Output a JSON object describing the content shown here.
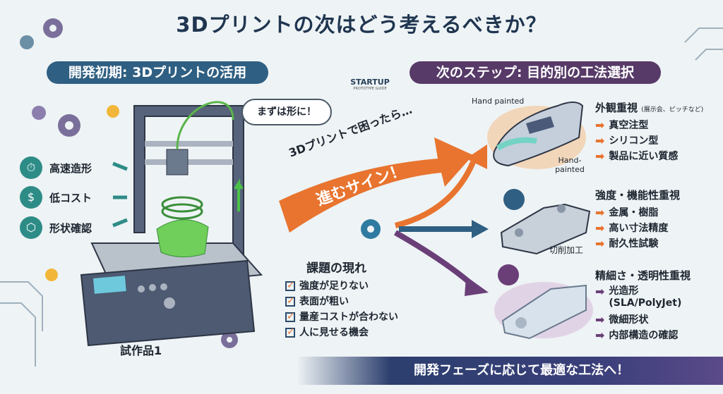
{
  "title": "3Dプリントの次はどう考えるべきか？",
  "left_header": "開発初期: 3Dプリントの活用",
  "right_header": "次のステップ: 目的別の工法選択",
  "logo": {
    "name": "STARTUP",
    "subtitle": "PROTOTYPE GUIDE"
  },
  "features": [
    {
      "icon": "stopwatch-icon",
      "label": "高速造形"
    },
    {
      "icon": "dollar-hand-icon",
      "label": "低コスト"
    },
    {
      "icon": "cube-icon",
      "label": "形状確認"
    }
  ],
  "thought_bubble": "まずは形に！",
  "arrow_caption": "3Dプリントで困ったら…",
  "arrow_label": "進むサイン！",
  "prototype_label": "試作品1",
  "issues": {
    "title": "課題の現れ",
    "items": [
      "強度が足りない",
      "表面が粗い",
      "量産コストが合わない",
      "人に見せる機会"
    ]
  },
  "car_labels": [
    "Hand painted",
    "Hand-painted"
  ],
  "machining_label": "切削加工",
  "sections": [
    {
      "title": "外観重視",
      "note": "(展示会、ピッチなど)",
      "color": "#e8742f",
      "items": [
        "真空注型",
        "シリコン型",
        "製品に近い質感"
      ]
    },
    {
      "title": "強度・機能性重視",
      "note": "",
      "color": "#e8742f",
      "items": [
        "金属・樹脂",
        "高い寸法精度",
        "耐久性試験"
      ]
    },
    {
      "title": "精細さ・透明性重視",
      "note": "",
      "color": "#6a3f78",
      "items": [
        "光造形\n(SLA/PolyJet)",
        "微細形状",
        "内部構造の確認"
      ]
    }
  ],
  "banner": "開発フェーズに応じて最適な工法へ！",
  "colors": {
    "navy": "#1f3550",
    "blue": "#2f5f82",
    "purple": "#573a68",
    "orange": "#e8742f",
    "teal": "#2e8c87"
  }
}
